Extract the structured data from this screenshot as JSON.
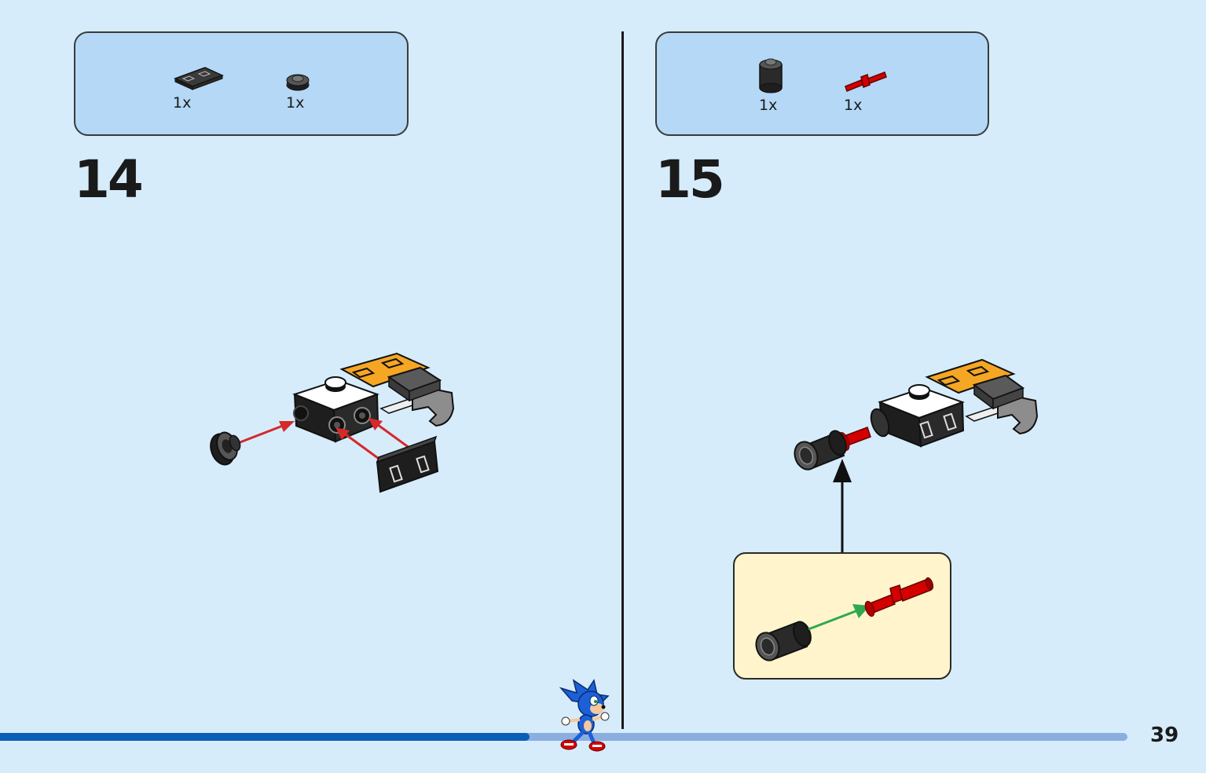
{
  "steps": [
    {
      "number": "14",
      "parts": [
        {
          "icon": "black-tile-2x1-icon",
          "qty": "1x"
        },
        {
          "icon": "black-round-plate-1x1-icon",
          "qty": "1x"
        }
      ]
    },
    {
      "number": "15",
      "parts": [
        {
          "icon": "black-round-brick-1x1-icon",
          "qty": "1x"
        },
        {
          "icon": "red-pin-connector-icon",
          "qty": "1x"
        }
      ]
    }
  ],
  "page": {
    "number": "39",
    "progress": 0.47
  },
  "colors": {
    "background": "#d6ecfb",
    "parts_box": "#b4d8f5",
    "callout": "#fff4cc",
    "arrow_red": "#d42a2a",
    "arrow_green": "#2fa84f",
    "progress_done": "#0a5fb4",
    "progress_rest": "#8aaee0",
    "lego_orange": "#f5a623",
    "lego_red": "#d40000",
    "lego_black": "#1e1e1e",
    "lego_grey": "#8d8d8d"
  }
}
